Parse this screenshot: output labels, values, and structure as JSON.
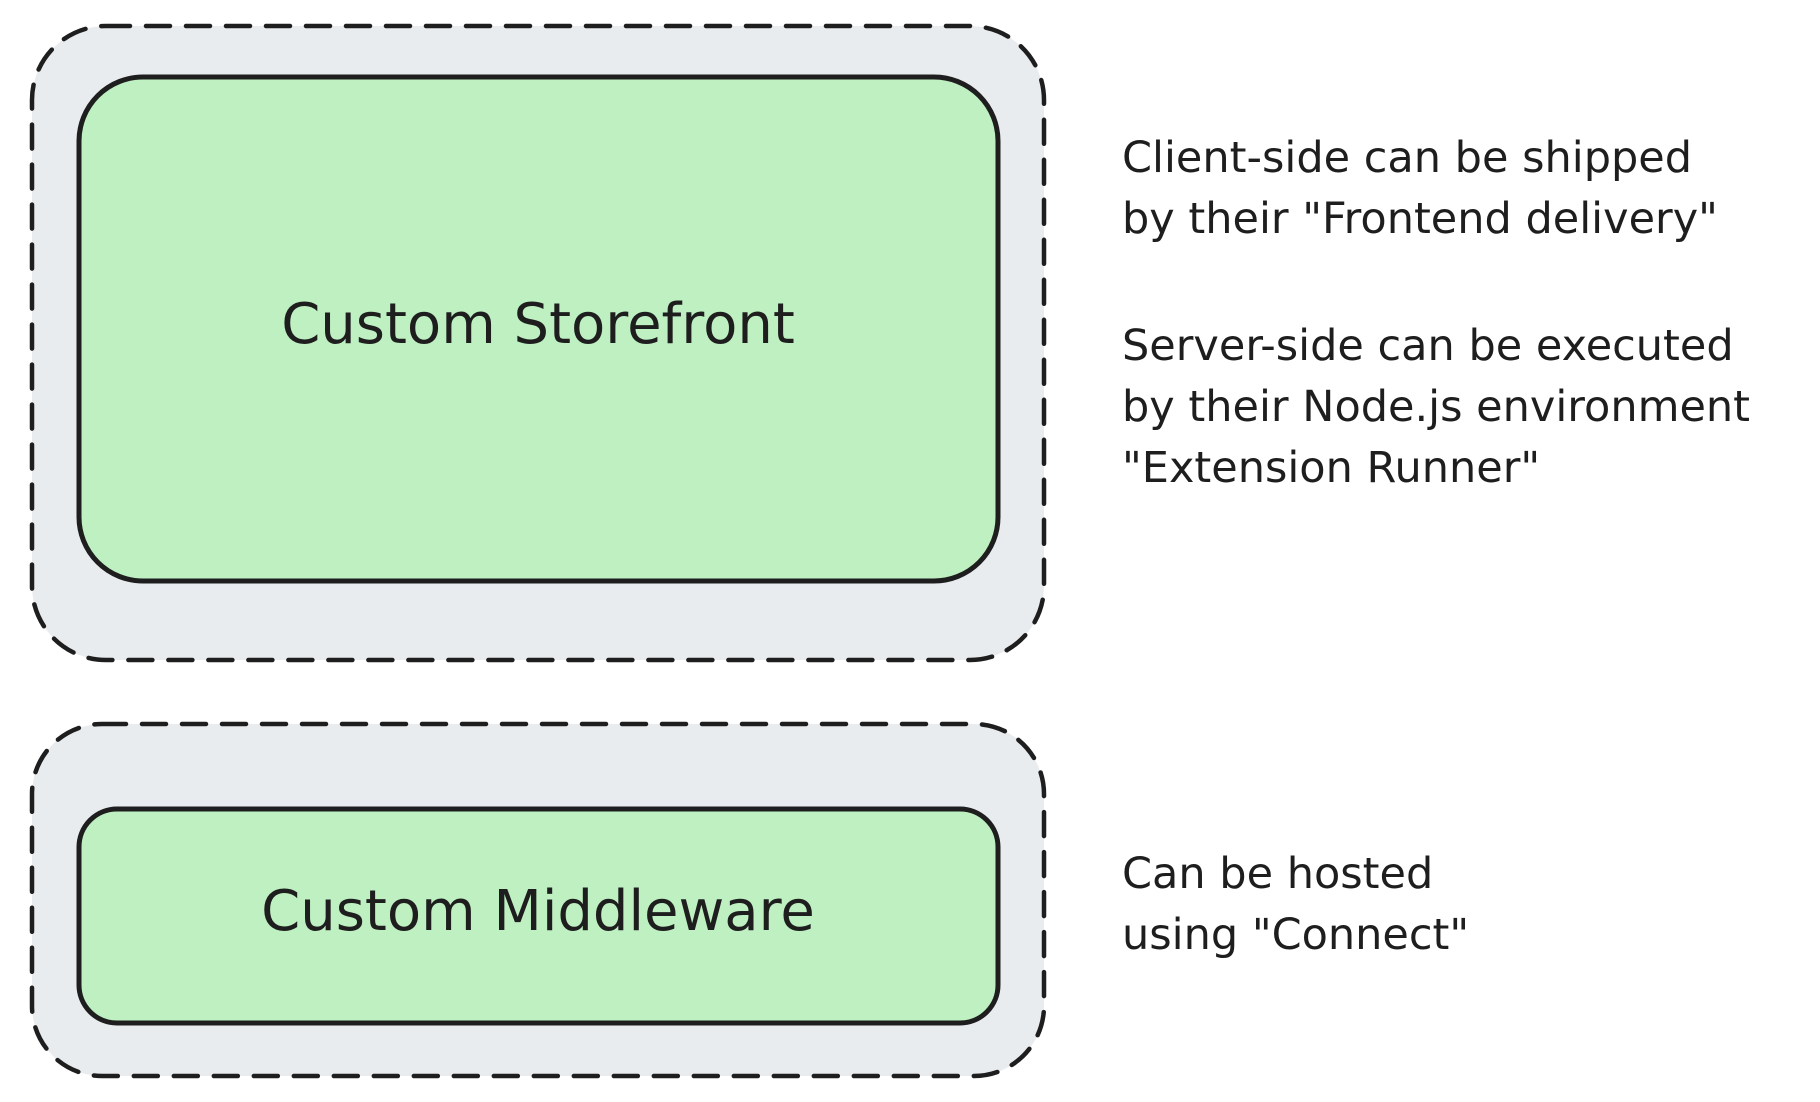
{
  "colors": {
    "frame_fill": "#e9ecef",
    "box_fill": "#bff0c2",
    "stroke": "#1e1e1e",
    "text": "#1e1e1e"
  },
  "boxes": {
    "storefront": {
      "label": "Custom Storefront"
    },
    "middleware": {
      "label": "Custom Middleware"
    }
  },
  "notes": {
    "client_side": [
      "Client-side can be shipped",
      "by their \"Frontend delivery\""
    ],
    "server_side": [
      "Server-side can be executed",
      "by their Node.js environment",
      "\"Extension Runner\""
    ],
    "hosting": [
      "Can be hosted",
      "using \"Connect\""
    ]
  }
}
